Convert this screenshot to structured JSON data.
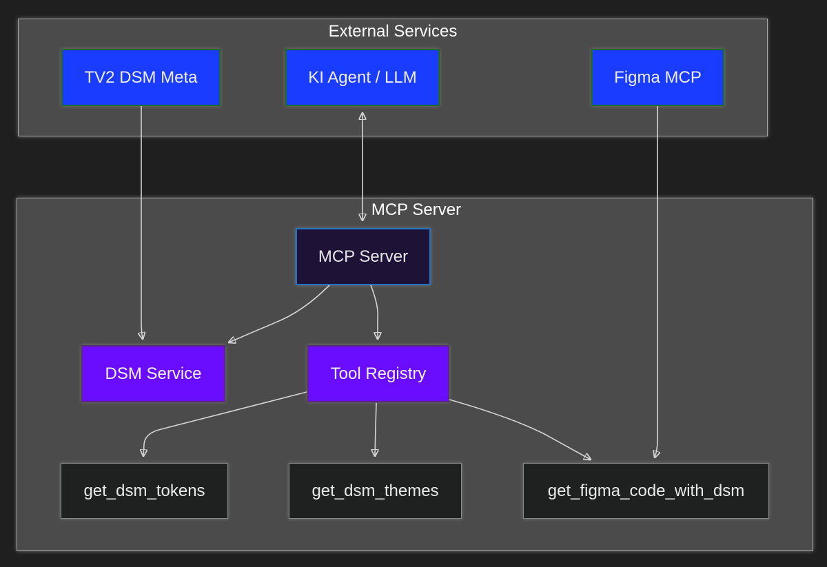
{
  "groups": {
    "external": {
      "title": "External Services"
    },
    "mcp": {
      "title": "MCP Server"
    }
  },
  "nodes": {
    "tv2_dsm_meta": "TV2 DSM Meta",
    "ki_agent": "KI Agent / LLM",
    "figma_mcp": "Figma MCP",
    "mcp_server": "MCP Server",
    "dsm_service": "DSM Service",
    "tool_registry": "Tool Registry",
    "get_dsm_tokens": "get_dsm_tokens",
    "get_dsm_themes": "get_dsm_themes",
    "get_figma_code_with_dsm": "get_figma_code_with_dsm"
  },
  "colors": {
    "background": "#1f1f1f",
    "group_fill": "#4a4b4a",
    "external_node": "#1a3cff",
    "server_node": "#1e1236",
    "purple_node": "#6a0dff",
    "tool_node": "#1e2120",
    "edge": "#d4d4d4"
  },
  "edges": [
    {
      "from": "TV2 DSM Meta",
      "to": "DSM Service"
    },
    {
      "from": "KI Agent / LLM",
      "to": "MCP Server",
      "bidirectional": true
    },
    {
      "from": "Figma MCP",
      "to": "get_figma_code_with_dsm"
    },
    {
      "from": "MCP Server",
      "to": "DSM Service"
    },
    {
      "from": "MCP Server",
      "to": "Tool Registry"
    },
    {
      "from": "Tool Registry",
      "to": "get_dsm_tokens"
    },
    {
      "from": "Tool Registry",
      "to": "get_dsm_themes"
    },
    {
      "from": "Tool Registry",
      "to": "get_figma_code_with_dsm"
    }
  ]
}
